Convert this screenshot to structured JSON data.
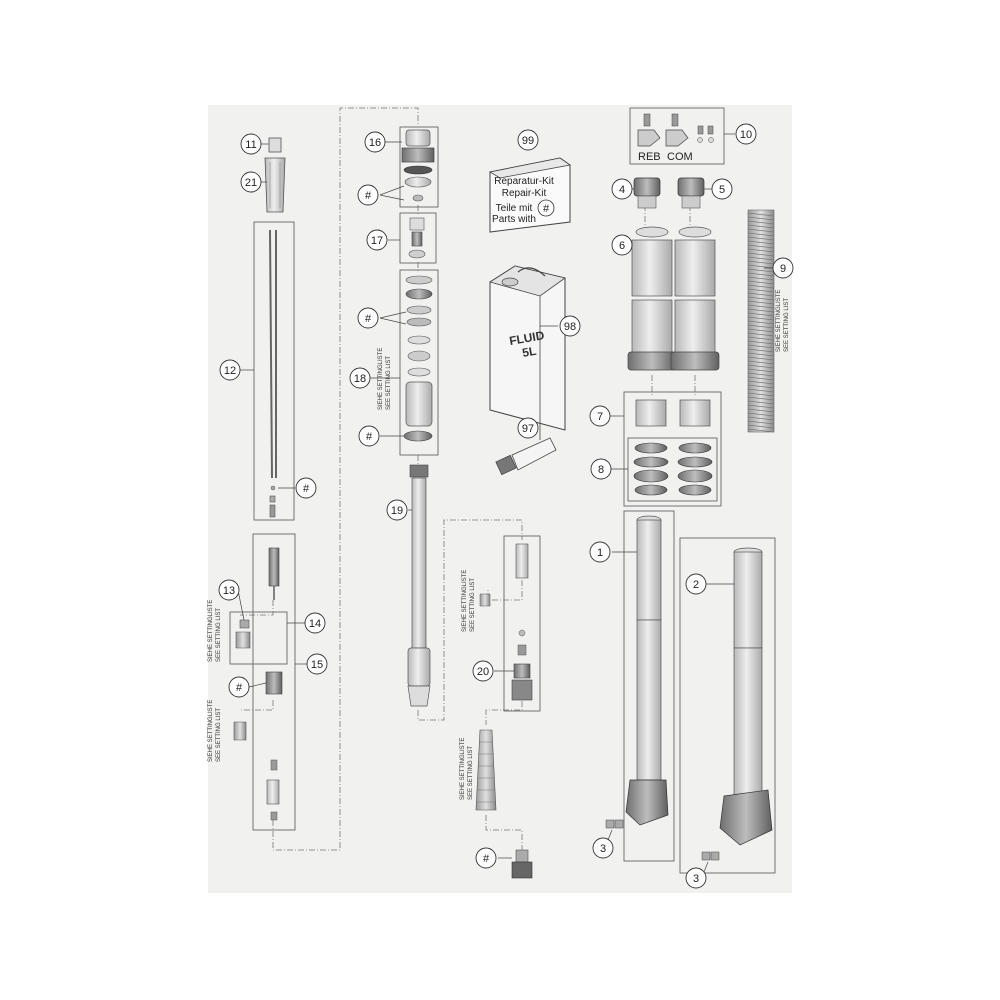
{
  "callouts": {
    "c1": "1",
    "c2": "2",
    "c3a": "3",
    "c3b": "3",
    "c4": "4",
    "c5": "5",
    "c6": "6",
    "c7": "7",
    "c8": "8",
    "c9": "9",
    "c10": "10",
    "c11": "11",
    "c12": "12",
    "c13": "13",
    "c14": "14",
    "c15": "15",
    "c16": "16",
    "c17": "17",
    "c18": "18",
    "c19": "19",
    "c20": "20",
    "c21": "21",
    "c97": "97",
    "c98": "98",
    "c99": "99",
    "h1": "#",
    "h2": "#",
    "h3": "#",
    "h4": "#",
    "h5": "#",
    "h6": "#",
    "h7": "#",
    "h8": "#"
  },
  "adjuster_labels": {
    "rebound": "REB",
    "compression": "COM"
  },
  "repair_kit": {
    "line1": "Reparatur-Kit",
    "line2": "Repair-Kit",
    "line3": "Teile mit",
    "line4": "Parts with",
    "hash": "#"
  },
  "fluid_can": {
    "line1": "FLUID",
    "line2": "5L"
  },
  "setting_notes": {
    "de": "SIEHE SETTINGLISTE",
    "en": "SEE SETTING LIST"
  },
  "colors": {
    "panel": "#f1f1f0",
    "line": "#555555",
    "part": "#cfcfcf",
    "part_dark": "#8a8a8a"
  }
}
